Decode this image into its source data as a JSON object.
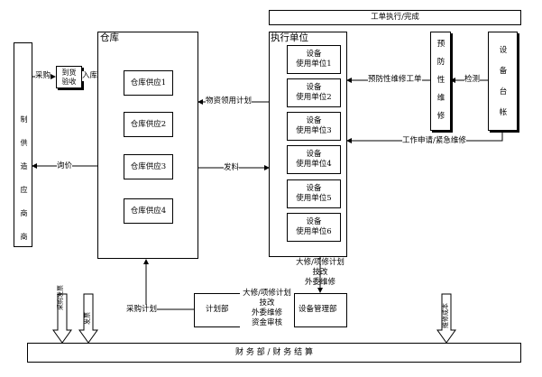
{
  "top_bar": "工单执行/完成",
  "manufacturer": [
    "制供",
    "造应",
    "商商"
  ],
  "warehouse": {
    "title": "仓库",
    "slots": [
      "仓库供应1",
      "仓库供应2",
      "仓库供应3",
      "仓库供应4"
    ]
  },
  "inspection": [
    "到货",
    "验收"
  ],
  "exec": {
    "title": "执行单位",
    "units": [
      [
        "设备",
        "使用单位1"
      ],
      [
        "设备",
        "使用单位2"
      ],
      [
        "设备",
        "使用单位3"
      ],
      [
        "设备",
        "使用单位4"
      ],
      [
        "设备",
        "使用单位5"
      ],
      [
        "设备",
        "使用单位6"
      ]
    ]
  },
  "pm": [
    "预",
    "防",
    "性",
    "维",
    "修"
  ],
  "ledger": [
    "设",
    "备",
    "台",
    "帐"
  ],
  "planning": "计划部",
  "equip_mgmt": "设备管理部",
  "finance": "财 务 部 / 财 务 结 算",
  "labels": {
    "purchase": "采购",
    "inbound": "入库",
    "inquiry": "询价",
    "material_plan": "物资领用计划",
    "dispatch": "发料",
    "pm_order": "预防性维修工单",
    "detect": "检测",
    "work_request": "工作申请/紧急维修",
    "exec_bottom": [
      "大修/项修计划",
      "技改",
      "外委维修"
    ],
    "mgmt_mid": [
      "大修/项修计划",
      "技改",
      "外委维修",
      "资金审核"
    ],
    "purchase_plan": "采购计划",
    "purchase_invoice": "采购发票",
    "invoice": "发票",
    "maint_cost": "维修成本"
  }
}
